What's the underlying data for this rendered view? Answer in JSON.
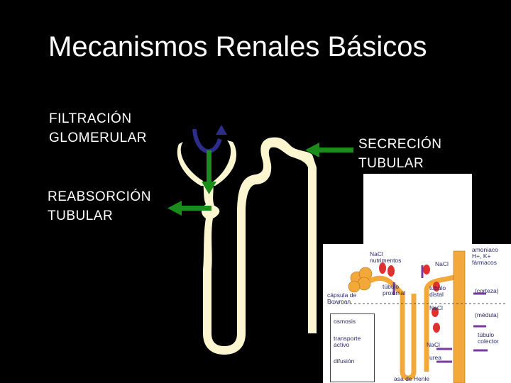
{
  "title": "Mecanismos Renales Básicos",
  "labels": {
    "filtration": [
      "FILTRACIÓN",
      "GLOMERULAR"
    ],
    "reabsorption": [
      "REABSORCIÓN",
      "TUBULAR"
    ],
    "secretion": [
      "SECRECIÓN",
      "TUBULAR"
    ]
  },
  "colors": {
    "background": "#000000",
    "tubule": "#fbf6cf",
    "arrow_green": "#1a8c1a",
    "arrow_blue": "#2c2c8a",
    "inset_tubule": "#f3a93a",
    "inset_red": "#e03030",
    "inset_purple": "#7a3aa0"
  },
  "inset": {
    "nacl_nutrientes": [
      "NaCl",
      "nutrimentos"
    ],
    "nacl_top": "NaCl",
    "amoniaco": [
      "amoniaco",
      "H+, K+",
      "fármacos"
    ],
    "tubulo_proximal": [
      "túbulo",
      "proximal"
    ],
    "tubulo_distal": [
      "túbulo",
      "distal"
    ],
    "capsula": [
      "cápsula de",
      "Bowman"
    ],
    "corteza": "(corteza)",
    "medula": "(médula)",
    "nacl_mid": "NaCl",
    "tubulo_colector": [
      "túbulo",
      "colector"
    ],
    "nacl_low": "NaCl",
    "urea": "urea",
    "asa": "asa de Henle",
    "legend": [
      "osmosis",
      "transporte activo",
      "difusión"
    ]
  }
}
